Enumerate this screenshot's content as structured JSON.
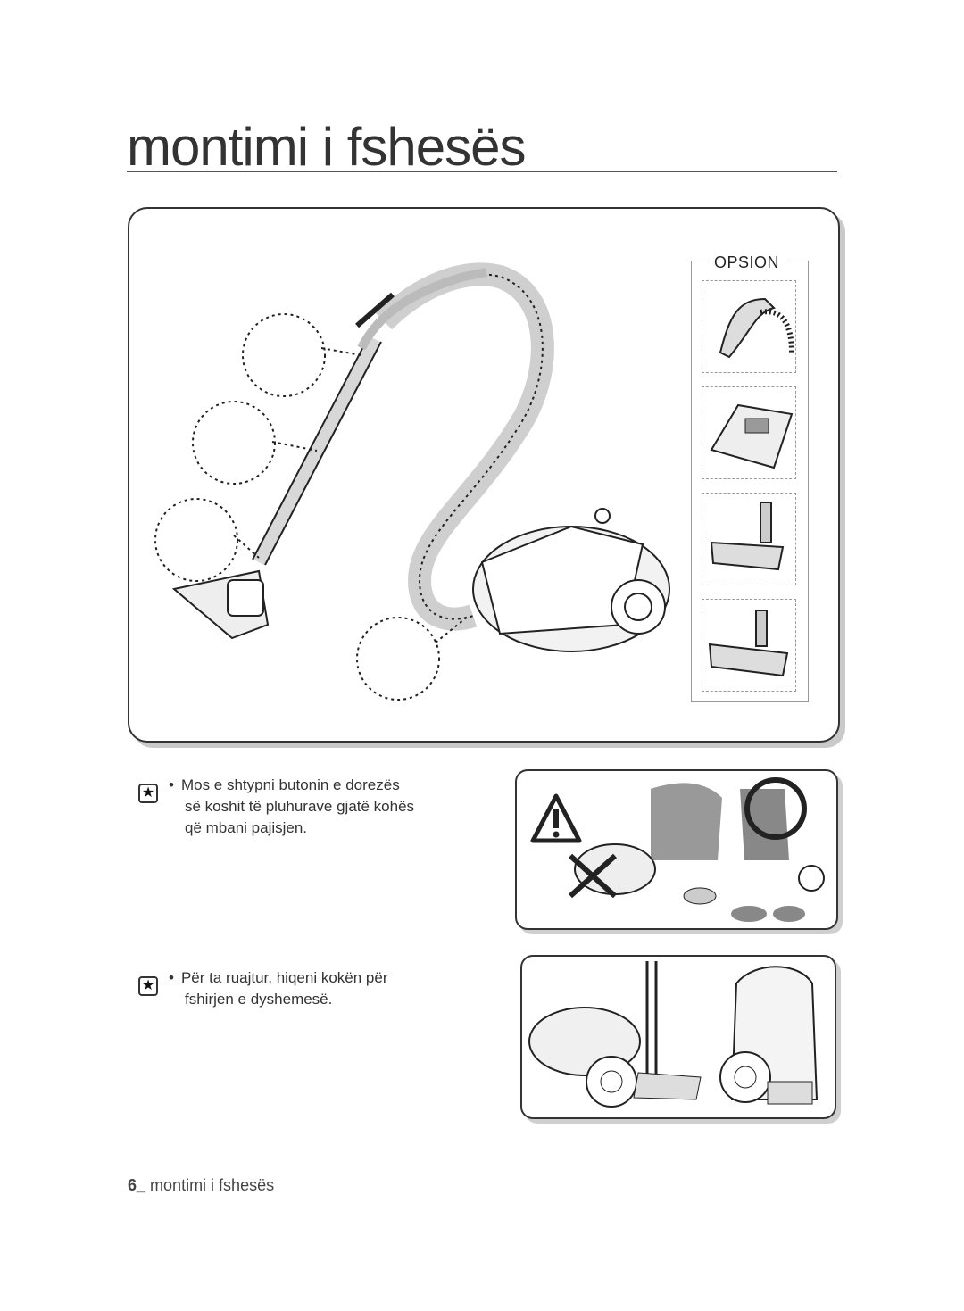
{
  "page": {
    "title": "montimi i fshesës",
    "footer_number": "6_",
    "footer_text": "montimi i fshesës"
  },
  "assembly_figure": {
    "option_label": "OPSION",
    "accessory_icons": [
      "handle-icon",
      "dust-bag-icon",
      "floor-brush-icon",
      "parquet-brush-icon"
    ]
  },
  "notes": [
    {
      "icon": "star-icon",
      "lines": [
        "Mos e shtypni butonin e dorezës",
        "së koshit të pluhurave gjatë kohës",
        "që mbani pajisjen."
      ]
    },
    {
      "icon": "star-icon",
      "lines": [
        "Për ta ruajtur, hiqeni kokën për",
        "fshirjen e dyshemesë."
      ]
    }
  ],
  "colors": {
    "ink": "#222222",
    "panel_shadow": "#c9c9c9",
    "dashed": "#999999"
  }
}
